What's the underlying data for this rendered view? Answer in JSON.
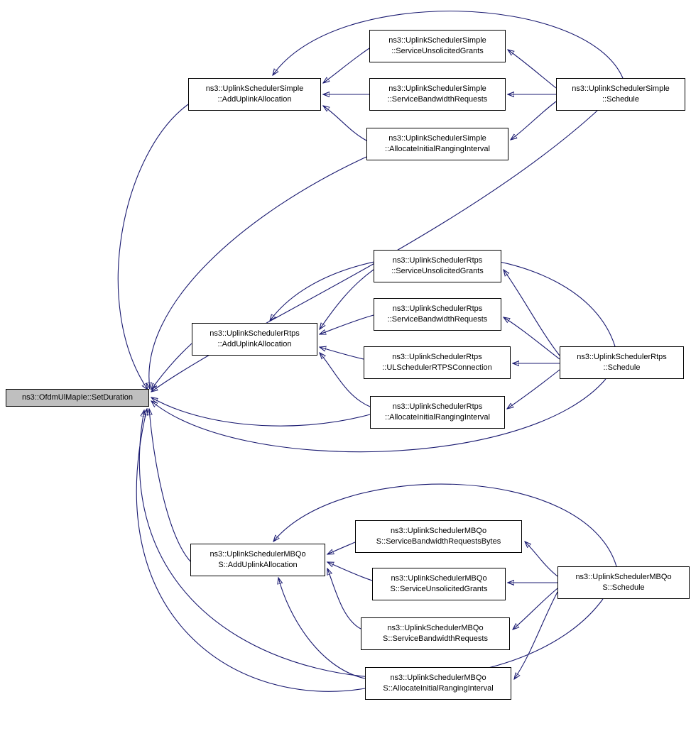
{
  "diagram": {
    "kind": "doxygen-caller-graph",
    "highlight_node": "set_duration",
    "colors": {
      "edge": "#191970",
      "node_border": "#000000",
      "node_fill": "#ffffff",
      "highlight_fill": "#bfbfbf",
      "background": "#ffffff"
    },
    "nodes": {
      "set_duration": {
        "line1": "ns3::OfdmUlMapIe::SetDuration",
        "line2": ""
      },
      "simple_add": {
        "line1": "ns3::UplinkSchedulerSimple",
        "line2": "::AddUplinkAllocation"
      },
      "simple_sug": {
        "line1": "ns3::UplinkSchedulerSimple",
        "line2": "::ServiceUnsolicitedGrants"
      },
      "simple_sbr": {
        "line1": "ns3::UplinkSchedulerSimple",
        "line2": "::ServiceBandwidthRequests"
      },
      "simple_airi": {
        "line1": "ns3::UplinkSchedulerSimple",
        "line2": "::AllocateInitialRangingInterval"
      },
      "simple_sched": {
        "line1": "ns3::UplinkSchedulerSimple",
        "line2": "::Schedule"
      },
      "rtps_add": {
        "line1": "ns3::UplinkSchedulerRtps",
        "line2": "::AddUplinkAllocation"
      },
      "rtps_sug": {
        "line1": "ns3::UplinkSchedulerRtps",
        "line2": "::ServiceUnsolicitedGrants"
      },
      "rtps_sbr": {
        "line1": "ns3::UplinkSchedulerRtps",
        "line2": "::ServiceBandwidthRequests"
      },
      "rtps_ulconn": {
        "line1": "ns3::UplinkSchedulerRtps",
        "line2": "::ULSchedulerRTPSConnection"
      },
      "rtps_airi": {
        "line1": "ns3::UplinkSchedulerRtps",
        "line2": "::AllocateInitialRangingInterval"
      },
      "rtps_sched": {
        "line1": "ns3::UplinkSchedulerRtps",
        "line2": "::Schedule"
      },
      "mbqos_add": {
        "line1": "ns3::UplinkSchedulerMBQo",
        "line2": "S::AddUplinkAllocation"
      },
      "mbqos_sbrb": {
        "line1": "ns3::UplinkSchedulerMBQo",
        "line2": "S::ServiceBandwidthRequestsBytes"
      },
      "mbqos_sug": {
        "line1": "ns3::UplinkSchedulerMBQo",
        "line2": "S::ServiceUnsolicitedGrants"
      },
      "mbqos_sbr": {
        "line1": "ns3::UplinkSchedulerMBQo",
        "line2": "S::ServiceBandwidthRequests"
      },
      "mbqos_airi": {
        "line1": "ns3::UplinkSchedulerMBQo",
        "line2": "S::AllocateInitialRangingInterval"
      },
      "mbqos_sched": {
        "line1": "ns3::UplinkSchedulerMBQo",
        "line2": "S::Schedule"
      }
    },
    "edges": [
      {
        "from": "simple_sug",
        "to": "simple_add"
      },
      {
        "from": "simple_sbr",
        "to": "simple_add"
      },
      {
        "from": "simple_airi",
        "to": "simple_add"
      },
      {
        "from": "simple_sched",
        "to": "simple_sug"
      },
      {
        "from": "simple_sched",
        "to": "simple_sbr"
      },
      {
        "from": "simple_sched",
        "to": "simple_airi"
      },
      {
        "from": "simple_sched",
        "to": "simple_add"
      },
      {
        "from": "simple_add",
        "to": "set_duration"
      },
      {
        "from": "simple_airi",
        "to": "set_duration"
      },
      {
        "from": "simple_sched",
        "to": "set_duration"
      },
      {
        "from": "rtps_sug",
        "to": "rtps_add"
      },
      {
        "from": "rtps_sbr",
        "to": "rtps_add"
      },
      {
        "from": "rtps_ulconn",
        "to": "rtps_add"
      },
      {
        "from": "rtps_airi",
        "to": "rtps_add"
      },
      {
        "from": "rtps_sched",
        "to": "rtps_sug"
      },
      {
        "from": "rtps_sched",
        "to": "rtps_sbr"
      },
      {
        "from": "rtps_sched",
        "to": "rtps_ulconn"
      },
      {
        "from": "rtps_sched",
        "to": "rtps_airi"
      },
      {
        "from": "rtps_sched",
        "to": "rtps_add"
      },
      {
        "from": "rtps_add",
        "to": "set_duration"
      },
      {
        "from": "rtps_airi",
        "to": "set_duration"
      },
      {
        "from": "rtps_sched",
        "to": "set_duration"
      },
      {
        "from": "mbqos_sbrb",
        "to": "mbqos_add"
      },
      {
        "from": "mbqos_sug",
        "to": "mbqos_add"
      },
      {
        "from": "mbqos_sbr",
        "to": "mbqos_add"
      },
      {
        "from": "mbqos_airi",
        "to": "mbqos_add"
      },
      {
        "from": "mbqos_sched",
        "to": "mbqos_sbrb"
      },
      {
        "from": "mbqos_sched",
        "to": "mbqos_sug"
      },
      {
        "from": "mbqos_sched",
        "to": "mbqos_sbr"
      },
      {
        "from": "mbqos_sched",
        "to": "mbqos_airi"
      },
      {
        "from": "mbqos_sched",
        "to": "mbqos_add"
      },
      {
        "from": "mbqos_add",
        "to": "set_duration"
      },
      {
        "from": "mbqos_airi",
        "to": "set_duration"
      },
      {
        "from": "mbqos_sched",
        "to": "set_duration"
      }
    ]
  }
}
